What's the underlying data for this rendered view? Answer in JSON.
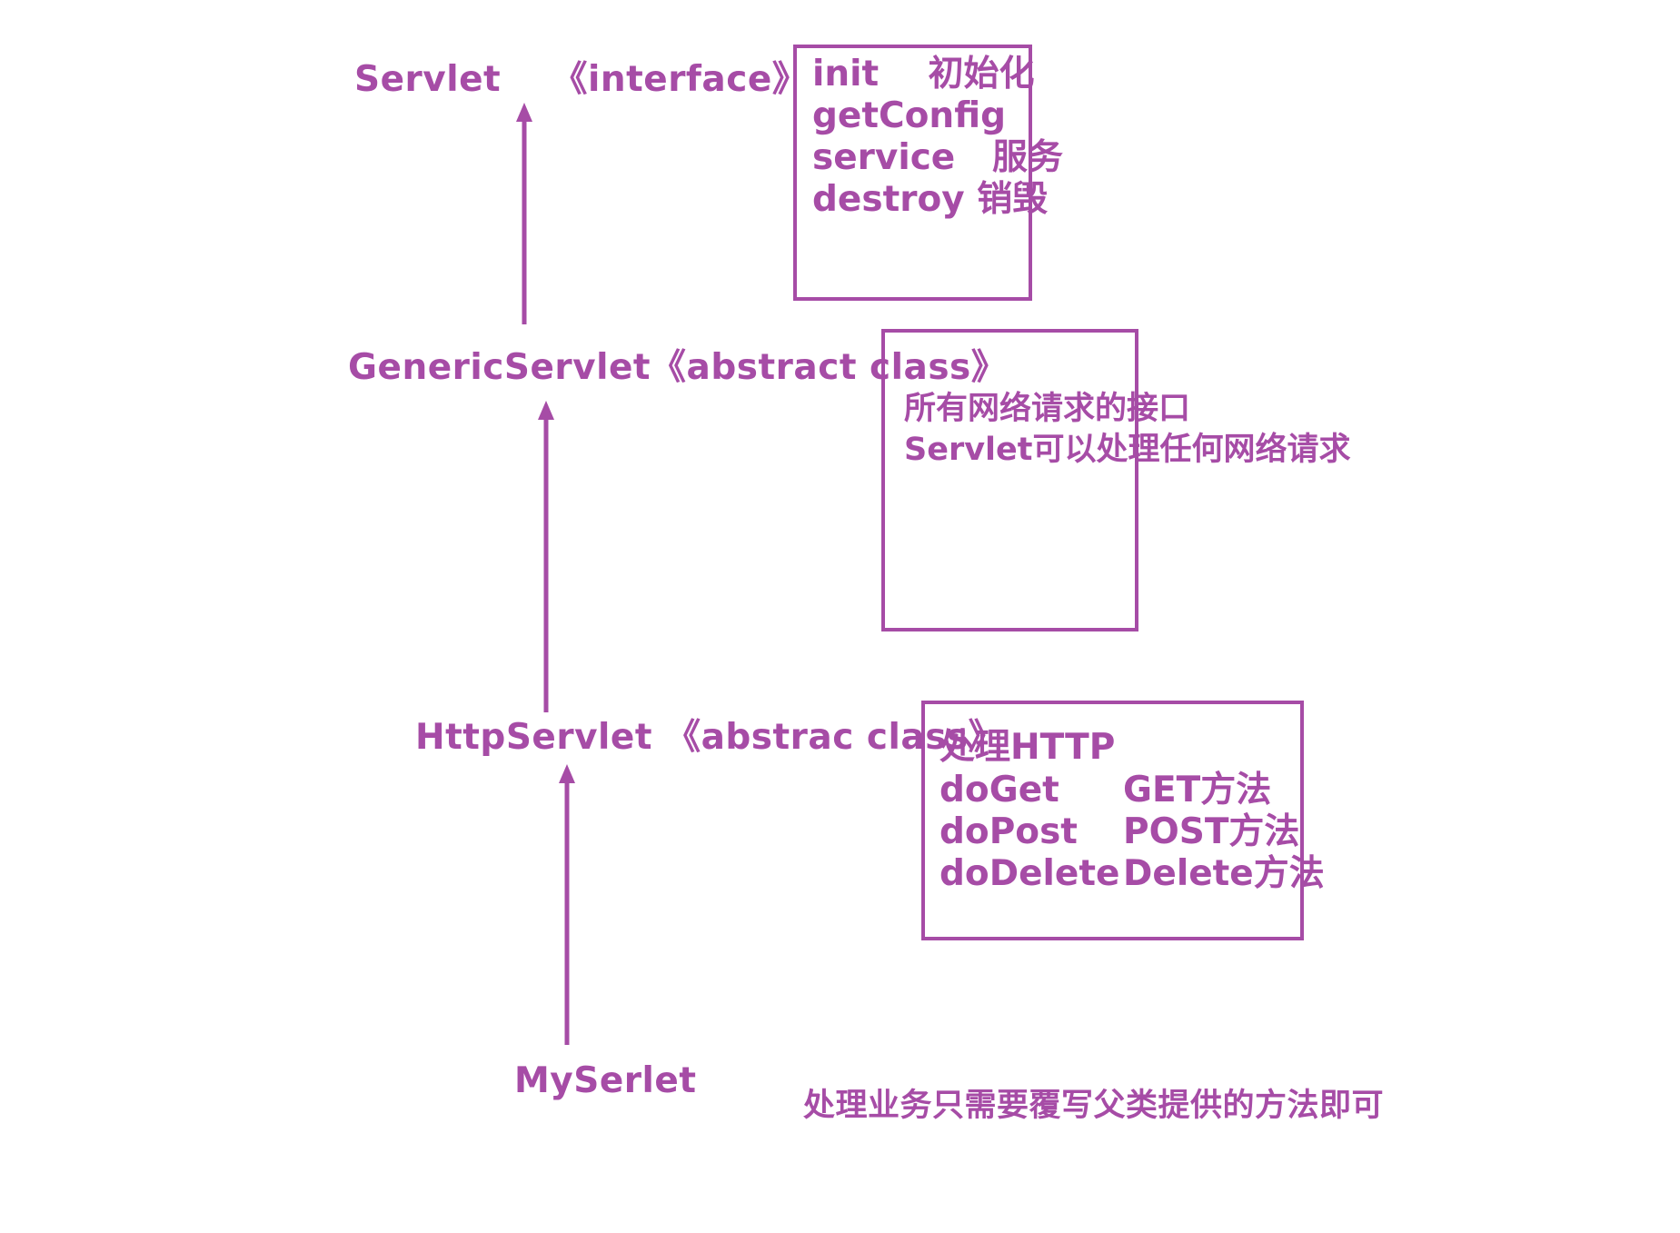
{
  "colors": {
    "accent": "#a64ca6",
    "background": "#ffffff"
  },
  "nodes": {
    "servlet": "Servlet    《interface》",
    "generic_servlet": "GenericServlet《abstract class》",
    "http_servlet": "HttpServlet 《abstrac class》",
    "my_servlet": "MySerlet"
  },
  "servlet_methods_box": {
    "lines": [
      "init    初始化",
      "getConfig",
      "service   服务",
      "destroy 销毁"
    ]
  },
  "generic_note_box": {
    "lines": [
      "所有网络请求的接口",
      "Servlet可以处理任何网络请求"
    ]
  },
  "http_methods_box": {
    "title": "处理HTTP",
    "rows": [
      {
        "method": "doGet",
        "desc": "GET方法"
      },
      {
        "method": "doPost",
        "desc": "POST方法"
      },
      {
        "method": "doDelete",
        "desc": "Delete方法"
      }
    ]
  },
  "footer_note": "处理业务只需要覆写父类提供的方法即可"
}
